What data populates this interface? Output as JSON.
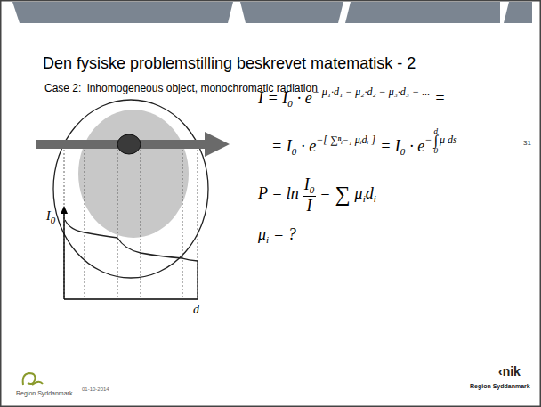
{
  "diagram": {
    "title": "Den fysiske problemstilling beskrevet matematisk - 2",
    "labels": [
      "Case 2:  inhomogeneous object, monochromatic radiation",
      "I = I",
      "0",
      "· e",
      "− μ₁·d₁ − μ₂·d₂ − μ₃·d₃ − ...",
      "=",
      "= I",
      "0",
      "· e",
      "−[ ∑ⁿᵢ₌₁ μᵢdᵢ ]",
      "= I",
      "0",
      "· e",
      "−",
      "d",
      "∫",
      "0",
      "μ ds",
      "P = ln",
      "I",
      "0",
      "I",
      "=",
      "∑",
      "μ",
      "i",
      "d",
      "i",
      "μ",
      "i",
      "= ?",
      "31",
      "I",
      "0",
      "d",
      "Region Syddanmark",
      "01-10-2014",
      "‹nik",
      "Region Syddanmark"
    ]
  }
}
